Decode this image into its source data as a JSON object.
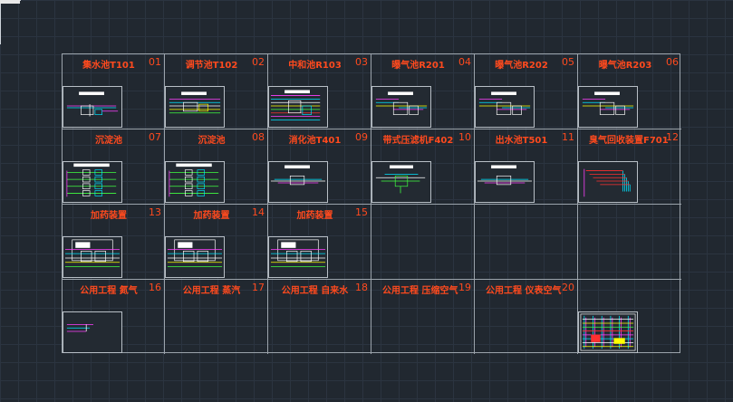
{
  "drawings": [
    {
      "title": "集水池T101",
      "number": "01",
      "thumb": "a"
    },
    {
      "title": "调节池T102",
      "number": "02",
      "thumb": "b"
    },
    {
      "title": "中和池R103",
      "number": "03",
      "thumb": "c"
    },
    {
      "title": "曝气池R201",
      "number": "04",
      "thumb": "d"
    },
    {
      "title": "曝气池R202",
      "number": "05",
      "thumb": "d"
    },
    {
      "title": "曝气池R203",
      "number": "06",
      "thumb": "d"
    },
    {
      "title": "沉淀池",
      "number": "07",
      "thumb": "e"
    },
    {
      "title": "沉淀池",
      "number": "08",
      "thumb": "e"
    },
    {
      "title": "消化池T401",
      "number": "09",
      "thumb": "f"
    },
    {
      "title": "带式压滤机F402",
      "number": "10",
      "thumb": "g"
    },
    {
      "title": "出水池T501",
      "number": "11",
      "thumb": "f"
    },
    {
      "title": "臭气回收装置F701",
      "number": "12",
      "thumb": "h"
    },
    {
      "title": "加药装置",
      "number": "13",
      "thumb": "i"
    },
    {
      "title": "加药装置",
      "number": "14",
      "thumb": "i"
    },
    {
      "title": "加药装置",
      "number": "15",
      "thumb": "i"
    },
    {
      "title": "",
      "number": "",
      "thumb": ""
    },
    {
      "title": "",
      "number": "",
      "thumb": ""
    },
    {
      "title": "",
      "number": "",
      "thumb": ""
    },
    {
      "title": "公用工程 氮气",
      "number": "16",
      "thumb": "j"
    },
    {
      "title": "公用工程 蒸汽",
      "number": "17",
      "thumb": ""
    },
    {
      "title": "公用工程 自来水",
      "number": "18",
      "thumb": ""
    },
    {
      "title": "公用工程 压缩空气",
      "number": "19",
      "thumb": ""
    },
    {
      "title": "公用工程 仪表空气",
      "number": "20",
      "thumb": ""
    },
    {
      "title": "",
      "number": "",
      "thumb": "k"
    }
  ],
  "colors": {
    "background": "#212830",
    "grid": "#2b3440",
    "title_text": "#ff4a1e",
    "frame": "#9ba3ab",
    "pipe_colors": [
      "#ff40ff",
      "#00e5ff",
      "#ffffff",
      "#ffff00",
      "#40ff40",
      "#ff3030"
    ]
  }
}
